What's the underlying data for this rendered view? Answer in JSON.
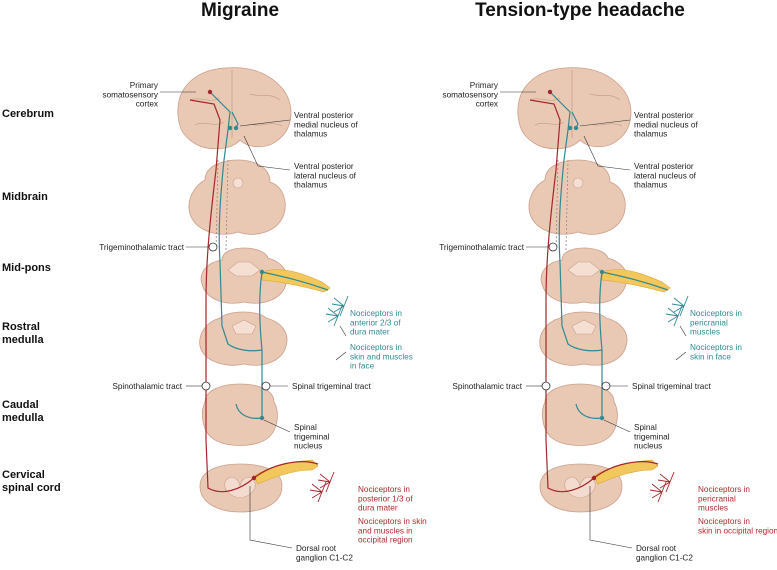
{
  "panels": [
    {
      "title": "Migraine",
      "labels": {
        "primary_cortex": [
          "Primary",
          "somatosensory",
          "cortex"
        ],
        "vpm": [
          "Ventral posterior",
          "medial nucleus of",
          "thalamus"
        ],
        "vpl": [
          "Ventral posterior",
          "lateral nucleus of",
          "thalamus"
        ],
        "trigeminothalamic": "Trigeminothalamic tract",
        "spinothalamic": "Spinothalamic tract",
        "spinal_trigeminal_tract": "Spinal trigeminal tract",
        "spinal_trigeminal_nucleus": [
          "Spinal",
          "trigeminal",
          "nucleus"
        ],
        "dorsal_root": [
          "Dorsal root",
          "ganglion C1-C2"
        ],
        "noci_a": [
          "Nociceptors in",
          "anterior 2/3 of",
          "dura mater"
        ],
        "noci_b": [
          "Nociceptors in",
          "skin and muscles",
          "in face"
        ],
        "noci_c": [
          "Nociceptors in",
          "posterior 1/3 of",
          "dura mater"
        ],
        "noci_d": [
          "Nociceptors in skin",
          "and muscles in",
          "occipital region"
        ]
      }
    },
    {
      "title": "Tension-type headache",
      "labels": {
        "primary_cortex": [
          "Primary",
          "somatosensory",
          "cortex"
        ],
        "vpm": [
          "Ventral posterior",
          "medial nucleus of",
          "thalamus"
        ],
        "vpl": [
          "Ventral posterior",
          "lateral nucleus of",
          "thalamus"
        ],
        "trigeminothalamic": "Trigeminothalamic tract",
        "spinothalamic": "Spinothalamic tract",
        "spinal_trigeminal_tract": "Spinal trigeminal tract",
        "spinal_trigeminal_nucleus": [
          "Spinal",
          "trigeminal",
          "nucleus"
        ],
        "dorsal_root": [
          "Dorsal root",
          "ganglion C1-C2"
        ],
        "noci_a": [
          "Nociceptors in",
          "pericranial",
          "muscles"
        ],
        "noci_b": [
          "Nociceptors in",
          "skin in face"
        ],
        "noci_c": [
          "Nociceptors in",
          "pericranial",
          "muscles"
        ],
        "noci_d": [
          "Nociceptors in",
          "skin in occipital region"
        ]
      }
    }
  ],
  "levels": [
    [
      "Cerebrum"
    ],
    [
      "Midbrain"
    ],
    [
      "Mid-pons"
    ],
    [
      "Rostral",
      "medulla"
    ],
    [
      "Caudal",
      "medulla"
    ],
    [
      "Cervical",
      "spinal cord"
    ]
  ],
  "colors": {
    "tissue": "#e9c8b4",
    "tissue_stroke": "#c9a08a",
    "teal_pathway": "#2f8a94",
    "red_pathway": "#a5262a",
    "nerve_yellow": "#f2c75c"
  }
}
